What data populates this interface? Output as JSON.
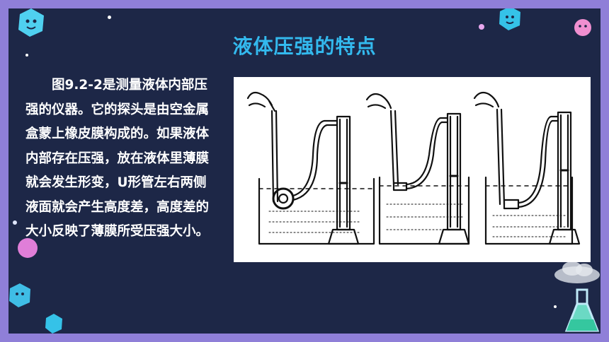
{
  "slide": {
    "title": "液体压强的特点",
    "body_text": "图9.2-2是测量液体内部压强的仪器。它的探头是由空金属盒蒙上橡皮膜构成的。如果液体内部存在压强，放在液体里薄膜就会发生形变，U形管左右两侧液面就会产生高度差，高度差的大小反映了薄膜所受压强大小。"
  },
  "figure": {
    "panels": 3
  },
  "colors": {
    "frame": "#8f7fd8",
    "background": "#1d2747",
    "title": "#33b9ee",
    "text": "#ffffff"
  },
  "decorations": [
    "virus-blob-icon",
    "flask-icon",
    "cloud-icon",
    "star-icon"
  ]
}
